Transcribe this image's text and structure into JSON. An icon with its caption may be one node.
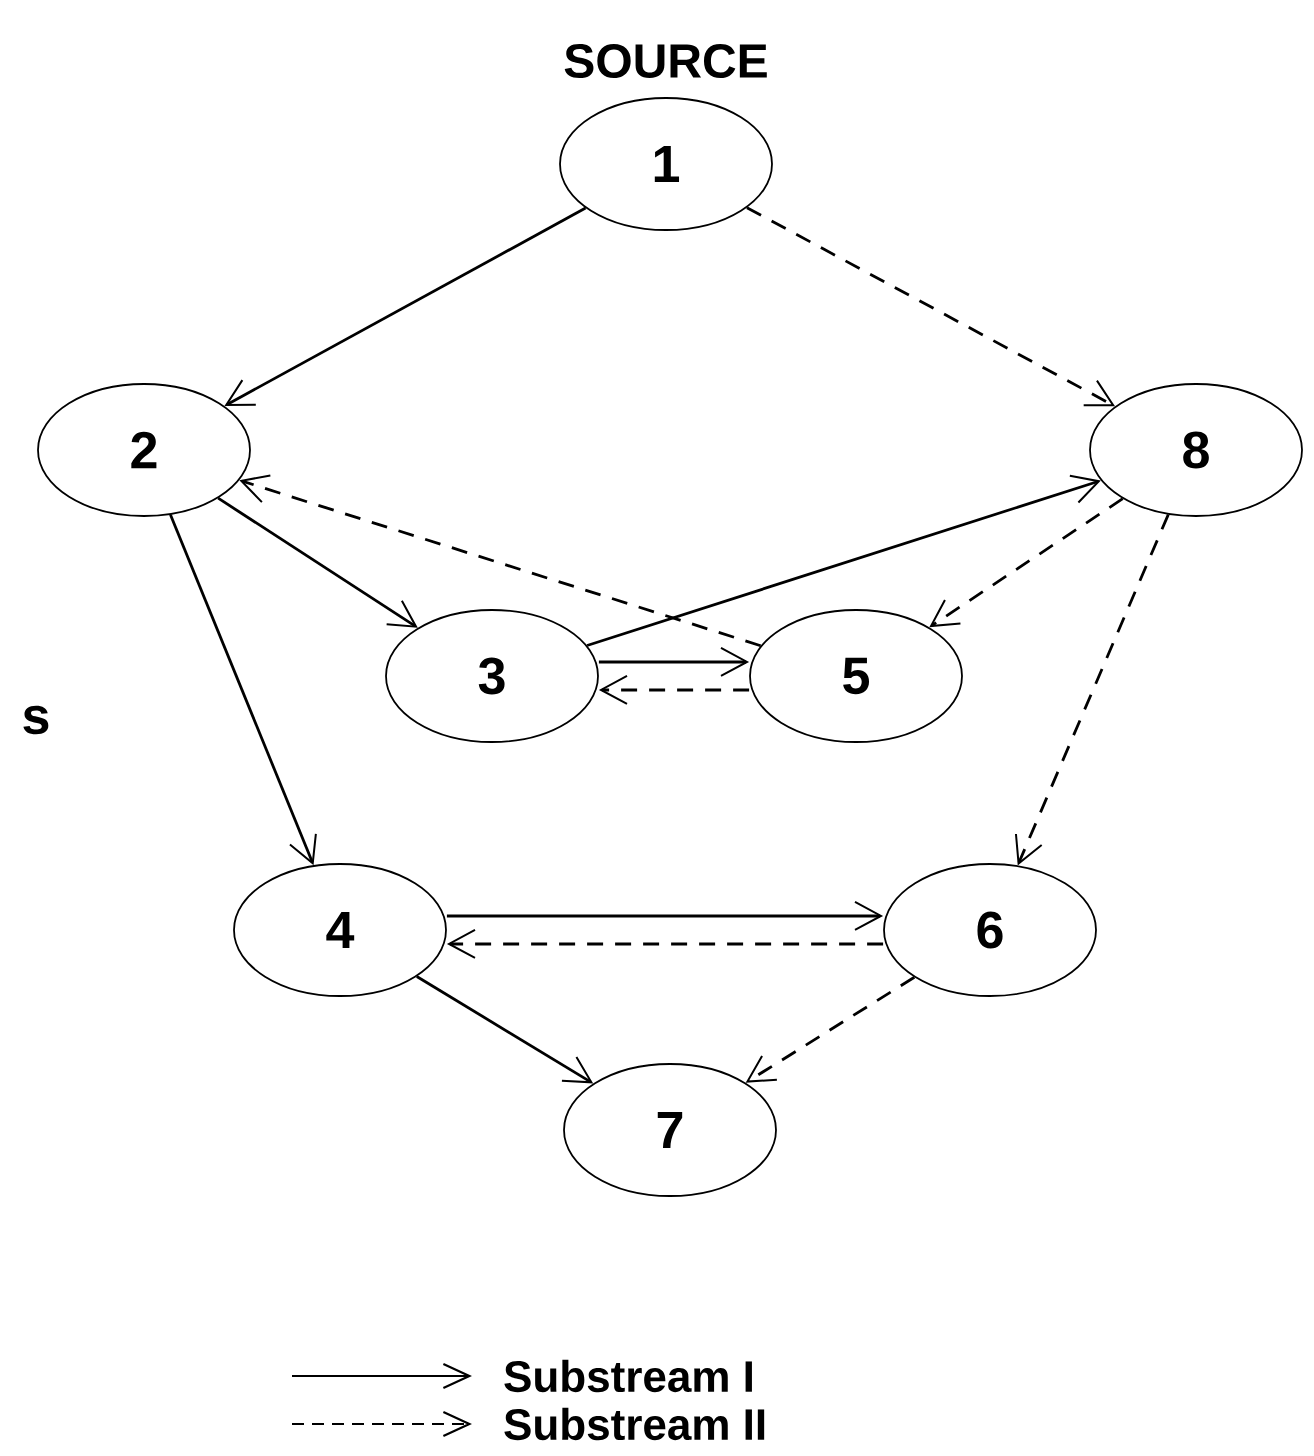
{
  "diagram": {
    "nodes": [
      {
        "text": [
          "SOURCE",
          "1"
        ]
      },
      {
        "text": [
          "2"
        ]
      },
      {
        "text": [
          "8"
        ]
      },
      {
        "text": [
          "3"
        ]
      },
      {
        "text": [
          "5"
        ]
      },
      {
        "text": [
          "4"
        ]
      },
      {
        "text": [
          "6"
        ]
      },
      {
        "text": [
          "7"
        ]
      }
    ],
    "edges": [
      {
        "from": 0,
        "to": 1,
        "arrow": "to"
      },
      {
        "from": 0,
        "to": 2,
        "arrow": "to",
        "style": "dashed"
      },
      {
        "from": 1,
        "to": 3,
        "arrow": "to"
      },
      {
        "from": 1,
        "to": 5,
        "arrow": "to"
      },
      {
        "from": 3,
        "to": 2,
        "arrow": "to"
      },
      {
        "from": 3,
        "to": 4,
        "arrow": "to"
      },
      {
        "from": 4,
        "to": 3,
        "arrow": "to",
        "style": "dashed"
      },
      {
        "from": 4,
        "to": 1,
        "arrow": "to",
        "style": "dashed"
      },
      {
        "from": 2,
        "to": 4,
        "arrow": "to",
        "style": "dashed"
      },
      {
        "from": 2,
        "to": 6,
        "arrow": "to",
        "style": "dashed"
      },
      {
        "from": 5,
        "to": 6,
        "arrow": "to"
      },
      {
        "from": 6,
        "to": 5,
        "arrow": "to",
        "style": "dashed"
      },
      {
        "from": 5,
        "to": 7,
        "arrow": "to"
      },
      {
        "from": 6,
        "to": 7,
        "arrow": "to",
        "style": "dashed"
      }
    ],
    "labels": [
      "s"
    ],
    "legend": [
      {
        "text": "Substream I"
      },
      {
        "text": "Substream II"
      }
    ]
  }
}
